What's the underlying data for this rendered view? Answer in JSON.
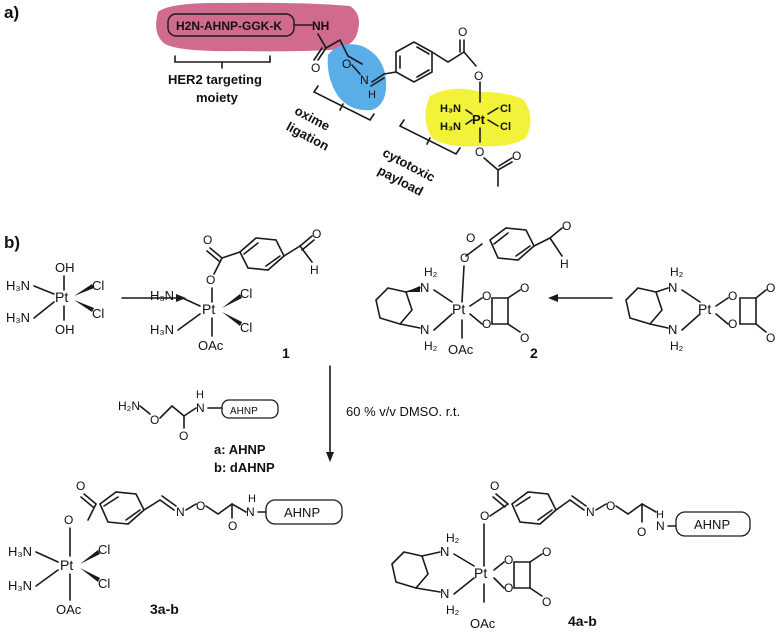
{
  "panel_a": {
    "label": "a)",
    "peptide": "H2N-AHNP-GGK-K",
    "nh": "NH",
    "brace_targeting": "HER2 targeting moiety",
    "targeting_l1": "HER2 targeting",
    "targeting_l2": "moiety",
    "oxime_l1": "oxime",
    "oxime_l2": "ligation",
    "cyto_l1": "cytotoxic",
    "cyto_l2": "payload",
    "colors": {
      "peptide": "#d06a8e",
      "oxime": "#5aaee8",
      "payload": "#f2f23a"
    }
  },
  "panel_b": {
    "label": "b)",
    "compound1": "1",
    "compound2": "2",
    "compound3": "3a-b",
    "compound4": "4a-b",
    "ahnp": "AHNP",
    "reagent_a": "a: AHNP",
    "reagent_b": "b: dAHNP",
    "conditions": "60 % v/v DMSO. r.t."
  }
}
